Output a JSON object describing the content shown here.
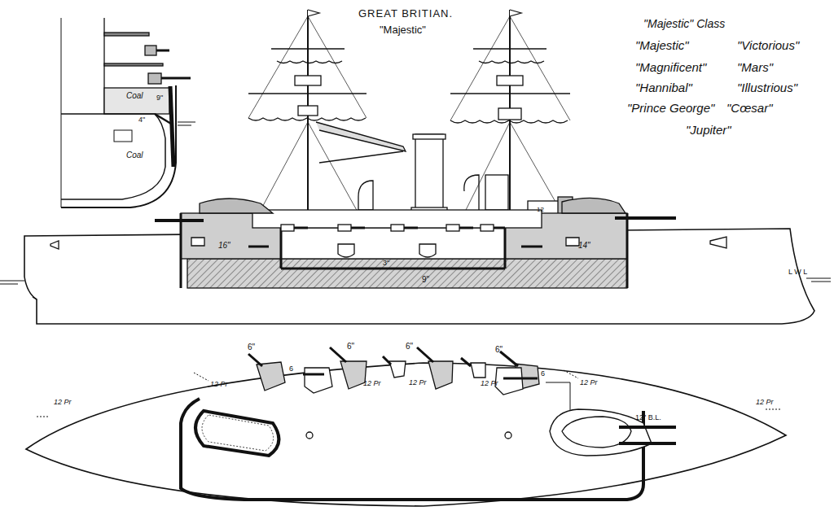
{
  "diagram": {
    "title": "GREAT BRITIAN.",
    "labels": [
      "\"Majestic\"",
      "\"Majestic\" Class",
      "\"Majestic\"",
      "\"Victorious\"",
      "\"Magnificent\"",
      "\"Mars\"",
      "\"Hannibal\"",
      "\"Illustrious\"",
      "\"Prince George\"",
      "\"Cœsar\"",
      "\"Jupiter\"",
      "Coal",
      "9\"",
      "4\"",
      "Coal",
      "16\"",
      "14\"",
      "3\"",
      "9\"",
      "L W L",
      "12",
      "6\"",
      "6\"",
      "6\"",
      "6\"",
      "6",
      "6",
      "12 Pr",
      "12 Pr",
      "12 Pr",
      "12 Pr",
      "12 Pr",
      "12 Pr",
      "12 Pr",
      "12\" B.L."
    ]
  }
}
